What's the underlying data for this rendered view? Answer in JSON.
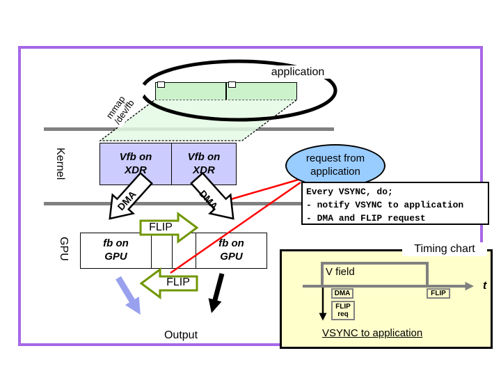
{
  "slide": {
    "labels": {
      "application": "application",
      "mmap_dev_fb": "mmap\n/dev/fb",
      "kernel": "Kernel",
      "gpu": "GPU",
      "output": "Output"
    },
    "boxes": {
      "vfb1": "Vfb on\nXDR",
      "vfb2": "Vfb on\nXDR",
      "fb1": "fb on\nGPU",
      "fb2": "fb on\nGPU"
    },
    "arrows": {
      "dma1": "DMA",
      "dma2": "DMA",
      "flip_right": "FLIP",
      "flip_left": "FLIP"
    },
    "callout": {
      "request": "request from\napplication"
    },
    "vsync_note": {
      "line1": "Every VSYNC, do;",
      "line2": " - notify VSYNC to application",
      "line3": " - DMA and FLIP request"
    },
    "timing_chart": {
      "title": "Timing chart",
      "v_field": "V field",
      "t_axis": "t",
      "dma_event": "DMA",
      "flip_event": "FLIP",
      "flip_req_event": "FLIP\nreq",
      "vsync_caption": "VSYNC to application"
    },
    "colors": {
      "slide_border": "#A767E8",
      "gray_line": "#808080",
      "green_box": "#CCF2CC",
      "vfb_box": "#CCCCFF",
      "request_ellipse": "#99CCFF",
      "flip_arrow_outline": "#709600",
      "periwinkle_arrow": "#99A0EE",
      "timing_bg": "#FFFFCC",
      "red_line": "#FF0000"
    }
  }
}
